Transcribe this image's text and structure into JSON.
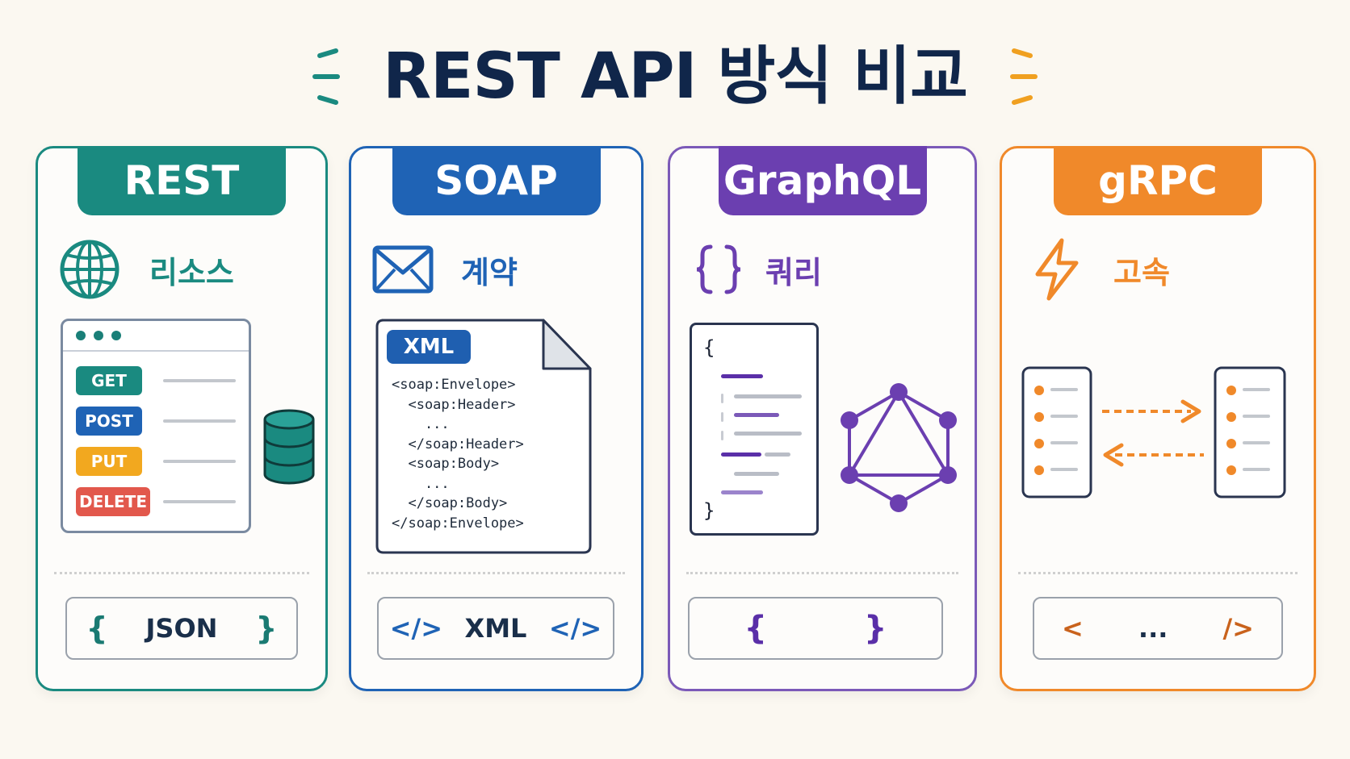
{
  "page": {
    "title": "REST API 방식 비교"
  },
  "colors": {
    "rest": "#1a8a80",
    "soap": "#1f63b5",
    "graphql": "#6b3fb0",
    "grpc": "#f0892a",
    "title": "#10264a"
  },
  "cards": {
    "rest": {
      "header": "REST",
      "feature_icon": "globe-icon",
      "feature": "리소스",
      "methods": [
        "GET",
        "POST",
        "PUT",
        "DELETE"
      ],
      "side_icon": "database-icon",
      "format_left": "{",
      "format_label": "JSON",
      "format_right": "}"
    },
    "soap": {
      "header": "SOAP",
      "feature_icon": "envelope-icon",
      "feature": "계약",
      "doc_badge": "XML",
      "code": [
        "<soap:Envelope>",
        "  <soap:Header>",
        "    ...",
        "  </soap:Header>",
        "  <soap:Body>",
        "    ...",
        "  </soap:Body>",
        "</soap:Envelope>"
      ],
      "format_left": "</>",
      "format_label": "XML",
      "format_right": "</>"
    },
    "graphql": {
      "header": "GraphQL",
      "feature_icon": "curly-braces-icon",
      "feature": "쿼리",
      "query_open": "{",
      "query_close": "}",
      "side_icon": "graphql-logo-icon",
      "format_left": "{",
      "format_right": "}"
    },
    "grpc": {
      "header": "gRPC",
      "feature_icon": "lightning-icon",
      "feature": "고속",
      "format_left": "<",
      "format_label": "...",
      "format_right": "/>"
    }
  }
}
